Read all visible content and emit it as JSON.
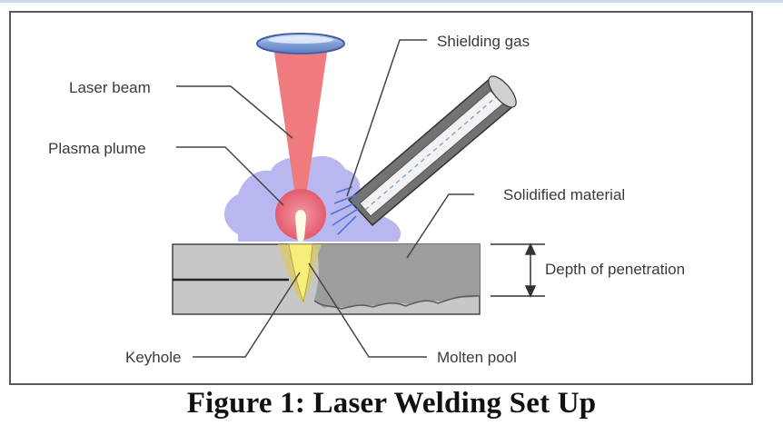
{
  "labels": {
    "shielding_gas": "Shielding gas",
    "laser_beam": "Laser beam",
    "plasma_plume": "Plasma plume",
    "solidified_material": "Solidified material",
    "depth_of_penetration": "Depth of penetration",
    "keyhole": "Keyhole",
    "molten_pool": "Molten pool"
  },
  "caption": "Figure 1: Laser Welding Set Up",
  "colors": {
    "lens": "#7f9fd6",
    "beam": "#ee7a7d",
    "plume": "#b8b6ee",
    "focus": "#e8566a",
    "keyhole": "#f4ee7a",
    "workpiece": "#c6c6c6",
    "nozzle": "#8a8a8a",
    "gas_arrows": "#4b78d8"
  }
}
